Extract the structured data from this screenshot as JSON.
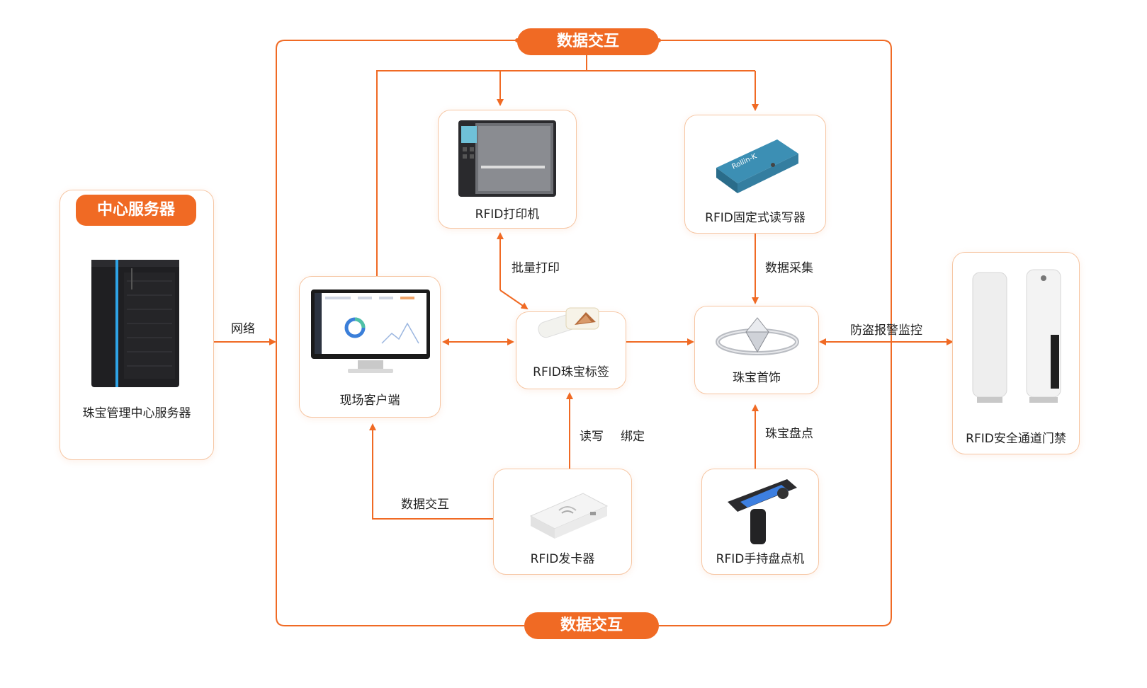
{
  "colors": {
    "accent": "#f06a24",
    "card_border": "#f6c6a3",
    "line": "#f06a24"
  },
  "server": {
    "tab": "中心服务器",
    "label": "珠宝管理中心服务器"
  },
  "client": {
    "label": "现场客户端"
  },
  "printer": {
    "label": "RFID打印机"
  },
  "reader": {
    "label": "RFID固定式读写器"
  },
  "tag": {
    "label": "RFID珠宝标签"
  },
  "jewelry": {
    "label": "珠宝首饰"
  },
  "issuer": {
    "label": "RFID发卡器"
  },
  "handheld": {
    "label": "RFID手持盘点机"
  },
  "gate": {
    "label": "RFID安全通道门禁"
  },
  "edges": {
    "top_exchange": "数据交互",
    "bottom_exchange": "数据交互",
    "network": "网络",
    "batch_print": "批量打印",
    "data_collect": "数据采集",
    "anti_theft": "防盗报警监控",
    "read_write": "读写",
    "bind": "绑定",
    "client_exchange": "数据交互",
    "inventory": "珠宝盘点"
  },
  "icons": [
    "server-tower-icon",
    "monitor-icon",
    "label-printer-icon",
    "fixed-reader-icon",
    "jewelry-tag-icon",
    "diamond-ring-icon",
    "card-issuer-icon",
    "handheld-scanner-icon",
    "security-gate-icon"
  ]
}
